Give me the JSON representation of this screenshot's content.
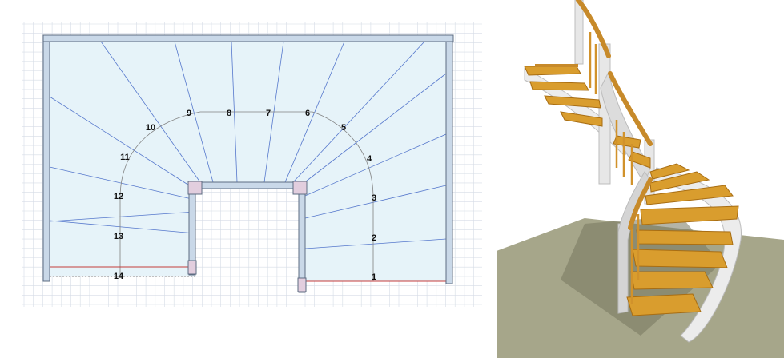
{
  "plan": {
    "step_labels": [
      "1",
      "2",
      "3",
      "4",
      "5",
      "6",
      "7",
      "8",
      "9",
      "10",
      "11",
      "12",
      "13",
      "14"
    ],
    "colors": {
      "grid": "#d6dce6",
      "floor_fill": "#e6f3f9",
      "wall_fill": "#c9d8e8",
      "wall_stroke": "#5d6c82",
      "tread_line": "#5577cc",
      "walk_line": "#808080",
      "edge_line": "#c43c3c",
      "post_fill": "#e2cede"
    }
  },
  "render3d": {
    "colors": {
      "floor": "#a6a68a",
      "tread": "#d99d2e",
      "tread_edge": "#b97a1a",
      "stringer": "#ececec",
      "stringer_shadow": "#c8c8c8",
      "handrail": "#c78a2a",
      "shadow": "#6e6e5a"
    }
  }
}
